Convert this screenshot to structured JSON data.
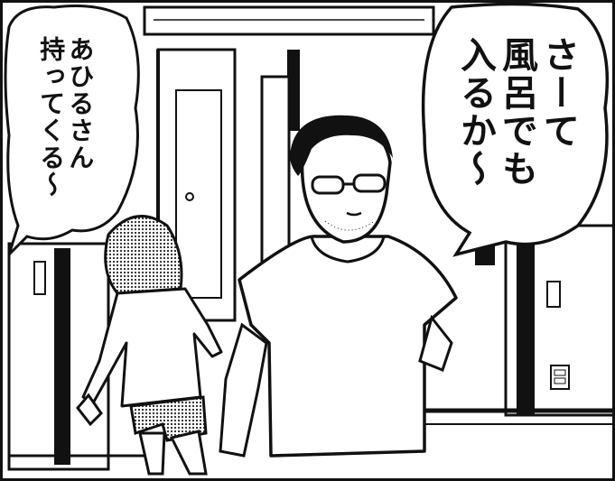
{
  "panel": {
    "speech_right": {
      "lines": [
        "さーて",
        "風呂でも",
        "入るか～"
      ]
    },
    "speech_left": {
      "lines": [
        "あひるさん",
        "持ってくる～"
      ]
    }
  },
  "colors": {
    "ink": "#111111",
    "paper": "#ffffff",
    "tone": "#9a9a9a"
  }
}
